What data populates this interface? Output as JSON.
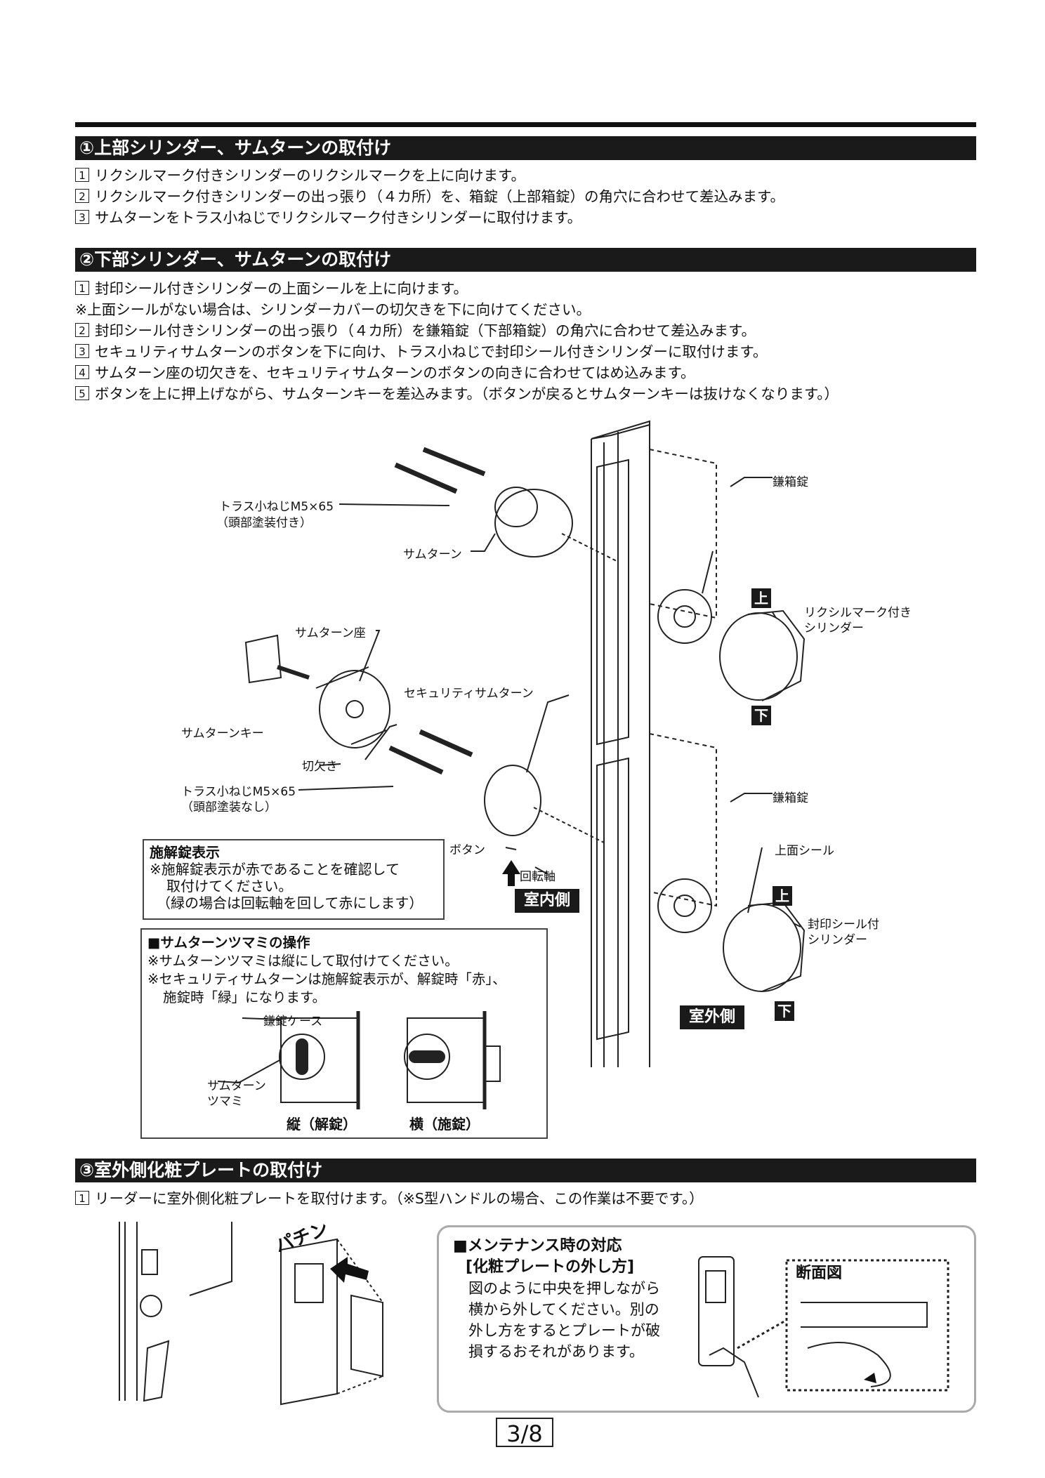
{
  "section1": {
    "title": "①上部シリンダー、サムターンの取付け",
    "steps": [
      {
        "num": "1",
        "text": "リクシルマーク付きシリンダーのリクシルマークを上に向けます。"
      },
      {
        "num": "2",
        "text": "リクシルマーク付きシリンダーの出っ張り（４カ所）を、箱錠（上部箱錠）の角穴に合わせて差込みます。"
      },
      {
        "num": "3",
        "text": "サムターンをトラス小ねじでリクシルマーク付きシリンダーに取付けます。"
      }
    ]
  },
  "section2": {
    "title": "②下部シリンダー、サムターンの取付け",
    "steps": [
      {
        "num": "1",
        "text": "封印シール付きシリンダーの上面シールを上に向けます。"
      },
      {
        "num": "",
        "text": "※上面シールがない場合は、シリンダーカバーの切欠きを下に向けてください。"
      },
      {
        "num": "2",
        "text": "封印シール付きシリンダーの出っ張り（４カ所）を鎌箱錠（下部箱錠）の角穴に合わせて差込みます。"
      },
      {
        "num": "3",
        "text": "セキュリティサムターンのボタンを下に向け、トラス小ねじで封印シール付きシリンダーに取付けます。"
      },
      {
        "num": "4",
        "text": "サムターン座の切欠きを、セキュリティサムターンのボタンの向きに合わせてはめ込みます。"
      },
      {
        "num": "5",
        "text": "ボタンを上に押上げながら、サムターンキーを差込みます。（ボタンが戻るとサムターンキーは抜けなくなります。）"
      }
    ]
  },
  "diagram": {
    "screw_upper": "トラス小ねじM5×65",
    "screw_upper_note": "（頭部塗装付き）",
    "thumbturn": "サムターン",
    "lock_case_upper": "鎌箱錠",
    "mark_up_1": "上",
    "mark_down_1": "下",
    "lixil_cylinder_1": "リクシルマーク付き",
    "lixil_cylinder_2": "シリンダー",
    "thumbturn_seat": "サムターン座",
    "security_thumbturn": "セキュリティサムターン",
    "thumbturn_key": "サムターンキー",
    "notch": "切欠き",
    "screw_lower": "トラス小ねじM5×65",
    "screw_lower_note": "（頭部塗装なし）",
    "lock_case_lower": "鎌箱錠",
    "button": "ボタン",
    "rotating_shaft": "回転軸",
    "top_seal": "上面シール",
    "mark_up_2": "上",
    "mark_down_2": "下",
    "sealed_cylinder_1": "封印シール付",
    "sealed_cylinder_2": "シリンダー",
    "indoor": "室内側",
    "outdoor": "室外側"
  },
  "indicator_box": {
    "title": "施解錠表示",
    "line1": "※施解錠表示が赤であることを確認して",
    "line2": "取付けてください。",
    "line3": "（緑の場合は回転軸を回して赤にします）"
  },
  "operation_box": {
    "title": "■サムターンツマミの操作",
    "line1": "※サムターンツマミは縦にして取付けてください。",
    "line2": "※セキュリティサムターンは施解錠表示が、解錠時「赤」、",
    "line3": "施錠時「緑」になります。",
    "case_label": "鎌錠ケース",
    "knob_label_1": "サムターン",
    "knob_label_2": "ツマミ",
    "vertical": "縦（解錠）",
    "horizontal": "横（施錠）"
  },
  "section3": {
    "title": "③室外側化粧プレートの取付け",
    "steps": [
      {
        "num": "1",
        "text": "リーダーに室外側化粧プレートを取付けます。（※S型ハンドルの場合、この作業は不要です。）"
      }
    ],
    "sound": "パチン"
  },
  "maintenance": {
    "title": "■メンテナンス時の対応",
    "subtitle": "[化粧プレートの外し方]",
    "line1": "図のように中央を押しながら",
    "line2": "横から外してください。別の",
    "line3": "外し方をするとプレートが破",
    "line4": "損するおそれがあります。",
    "section_view": "断面図"
  },
  "page": "3/8"
}
